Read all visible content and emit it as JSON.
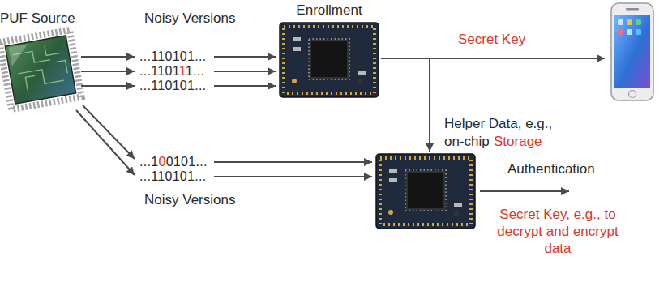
{
  "diagram": {
    "nodes": [
      {
        "text": [
          "PUF Source"
        ]
      },
      {
        "text": [
          "Enrollment"
        ]
      }
    ],
    "labels": [
      "Noisy Versions",
      "...110101...",
      "...110111...",
      "...110101...",
      "Secret Key",
      "Helper Data, e.g.,",
      "on-chip",
      "Storage",
      "...100101...",
      "...110101...",
      "Noisy Versions",
      "Authentication",
      "Secret Key, e.g., to decrypt and encrypt data"
    ]
  }
}
